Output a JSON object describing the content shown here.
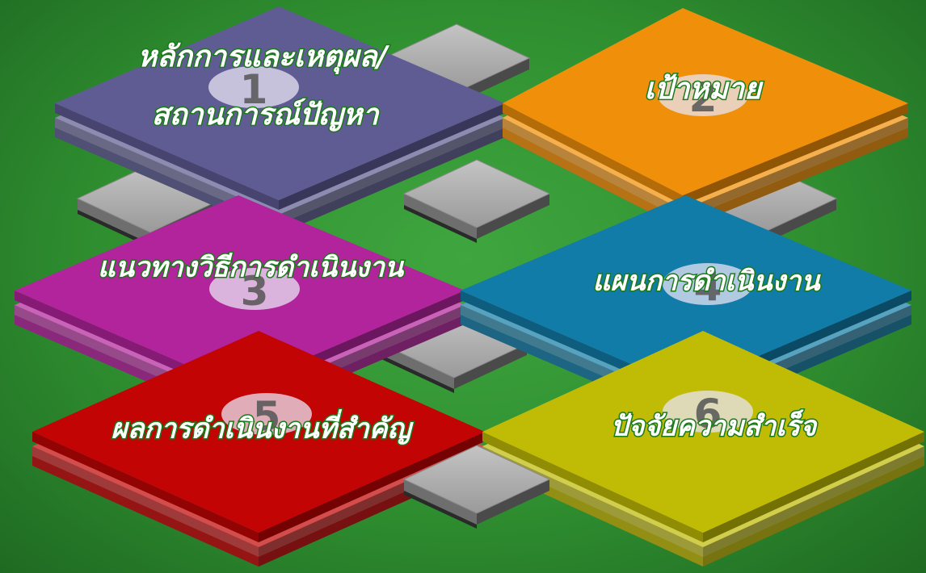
{
  "tiles": [
    {
      "number": "1",
      "label_lines": [
        "หลักการและเหตุผล/",
        "สถานการณ์ปัญหา"
      ],
      "color": "#5b5a8f",
      "top_color": "#5f5c94"
    },
    {
      "number": "2",
      "label_lines": [
        "เป้าหมาย"
      ],
      "color": "#f08c00",
      "top_color": "#f0900a"
    },
    {
      "number": "3",
      "label_lines": [
        "แนวทางวิธีการดำเนินงาน"
      ],
      "color": "#b0209a",
      "top_color": "#b2249c"
    },
    {
      "number": "4",
      "label_lines": [
        "แผนการดำเนินงาน"
      ],
      "color": "#0f7aa4",
      "top_color": "#127ca8"
    },
    {
      "number": "5",
      "label_lines": [
        "ผลการดำเนินงานที่สำคัญ"
      ],
      "color": "#c00000",
      "top_color": "#c20404"
    },
    {
      "number": "6",
      "label_lines": [
        "ปัจจัยความสำเร็จ"
      ],
      "color": "#bdb800",
      "top_color": "#c0bc06"
    }
  ],
  "connector_color": "#a6a6a6",
  "number_disc_color": "#e8e4f4"
}
